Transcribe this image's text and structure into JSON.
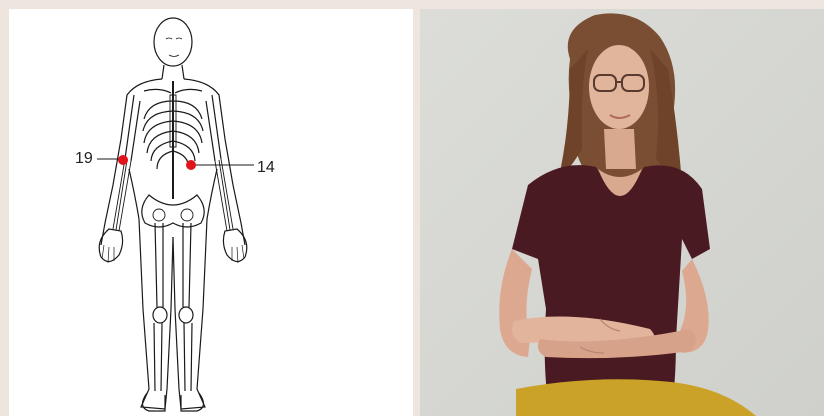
{
  "diagram": {
    "points": [
      {
        "label": "19",
        "side": "left",
        "color": "#e0151b"
      },
      {
        "label": "14",
        "side": "right",
        "color": "#e0151b"
      }
    ],
    "line_color": "#1a1a1a"
  },
  "photo": {
    "shirt_color": "#4a1a22",
    "pants_color": "#c9a227",
    "wall_color": "#d9dad5"
  }
}
